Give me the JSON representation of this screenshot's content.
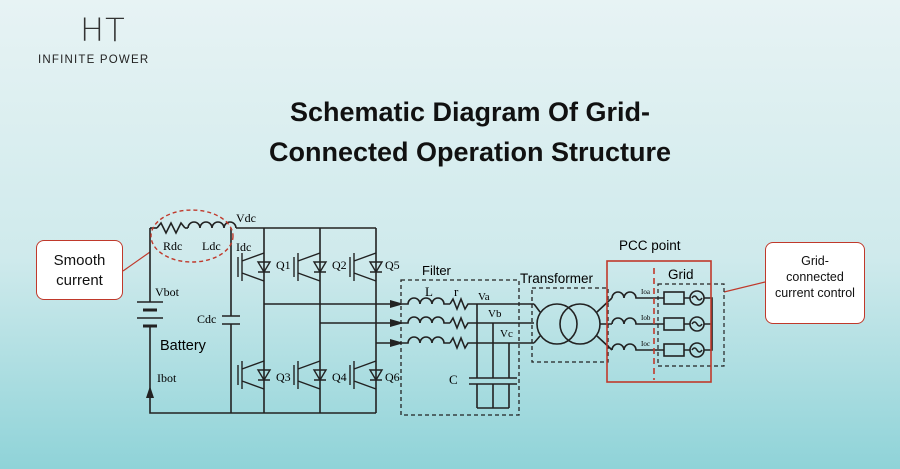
{
  "brand": {
    "mark": "HT",
    "tagline": "INFINITE POWER"
  },
  "title": {
    "line1": "Schematic Diagram Of Grid-",
    "line2": "Connected Operation Structure"
  },
  "callouts": {
    "smooth_current": [
      "Smooth",
      "current"
    ],
    "grid_control": [
      "Grid-",
      "connected",
      "current control"
    ]
  },
  "labels": {
    "vdc": "Vdc",
    "rdc": "Rdc",
    "ldc": "Ldc",
    "idc": "Idc",
    "vbot": "Vbot",
    "ibot": "Ibot",
    "cdc": "Cdc",
    "battery": "Battery",
    "q1": "Q1",
    "q2": "Q2",
    "q3": "Q3",
    "q4": "Q4",
    "q5": "Q5",
    "q6": "Q6",
    "filter": "Filter",
    "l": "L",
    "r": "r",
    "c": "C",
    "va": "Va",
    "vb": "Vb",
    "vc": "Vc",
    "transformer": "Transformer",
    "pcc": "PCC point",
    "grid": "Grid",
    "ioa": "Ioa",
    "iob": "Iob",
    "ioc": "Ioc"
  },
  "colors": {
    "accent_red": "#c0392b",
    "line": "#222222"
  }
}
